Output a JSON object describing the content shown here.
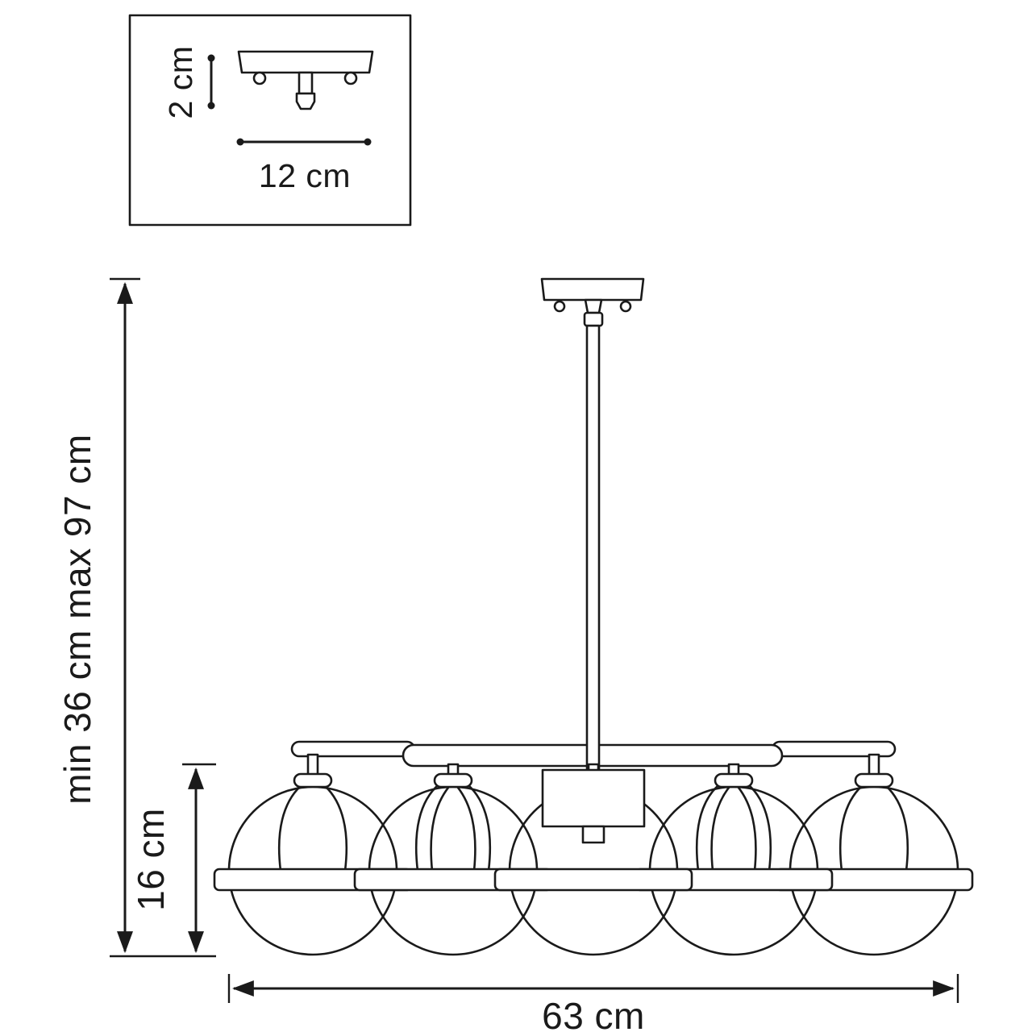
{
  "diagram": {
    "type": "technical-dimension-drawing",
    "subject": "five-globe chandelier pendant light",
    "inset": {
      "height_label": "2 cm",
      "width_label": "12 cm"
    },
    "main": {
      "overall_height_label": "min 36 cm max 97 cm",
      "fixture_height_label": "16 cm",
      "width_label": "63 cm"
    },
    "colors": {
      "line": "#1a1a1a",
      "background": "#ffffff"
    }
  }
}
